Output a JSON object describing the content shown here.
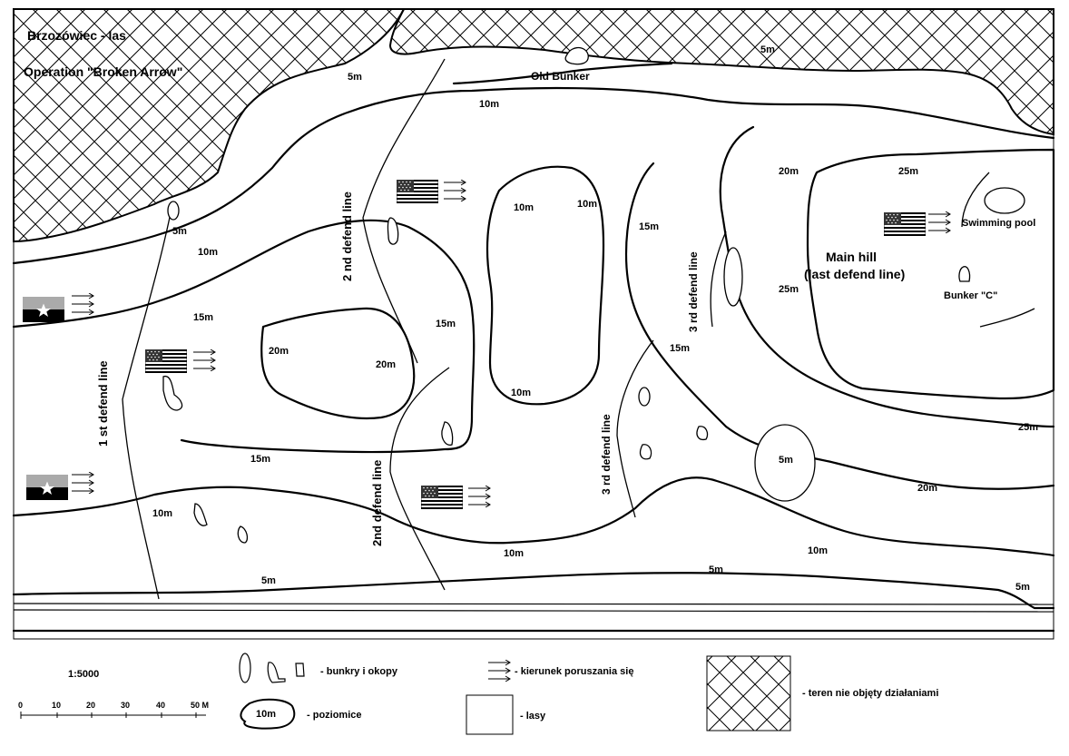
{
  "map": {
    "title": "Brzozówiec - las",
    "operation": "Operation \"Broken Arrow\"",
    "places": {
      "old_bunker": "Old Bunker",
      "swimming_pool": "Swimming pool",
      "main_hill_1": "Main hill",
      "main_hill_2": "(last defend line)",
      "bunker_c": "Bunker \"C\""
    },
    "defend_lines": {
      "first": "1 st defend line",
      "second_upper": "2 nd defend line",
      "second_lower": "2nd defend line",
      "third_upper": "3 rd defend line",
      "third_lower": "3 rd defend line"
    },
    "contours": [
      "5m",
      "5m",
      "5m",
      "10m",
      "10m",
      "10m",
      "10m",
      "10m",
      "10m",
      "10m",
      "15m",
      "15m",
      "15m",
      "15m",
      "20m",
      "20m",
      "20m",
      "20m",
      "25m",
      "25m",
      "25m",
      "5m",
      "5m",
      "10m"
    ],
    "flags": {
      "us": "us-flag-icon",
      "opfor": "opfor-flag-icon",
      "arrows": "movement-arrows-icon"
    }
  },
  "legend": {
    "scale_ratio": "1:5000",
    "scale_ticks": [
      "0",
      "10",
      "20",
      "30",
      "40",
      "50 M"
    ],
    "bunkers": "- bunkry i okopy",
    "movement": "- kierunek poruszania się",
    "contours": "- poziomice",
    "contour_sample": "10m",
    "forest": "- lasy",
    "excluded": "- teren nie objęty działaniami"
  }
}
